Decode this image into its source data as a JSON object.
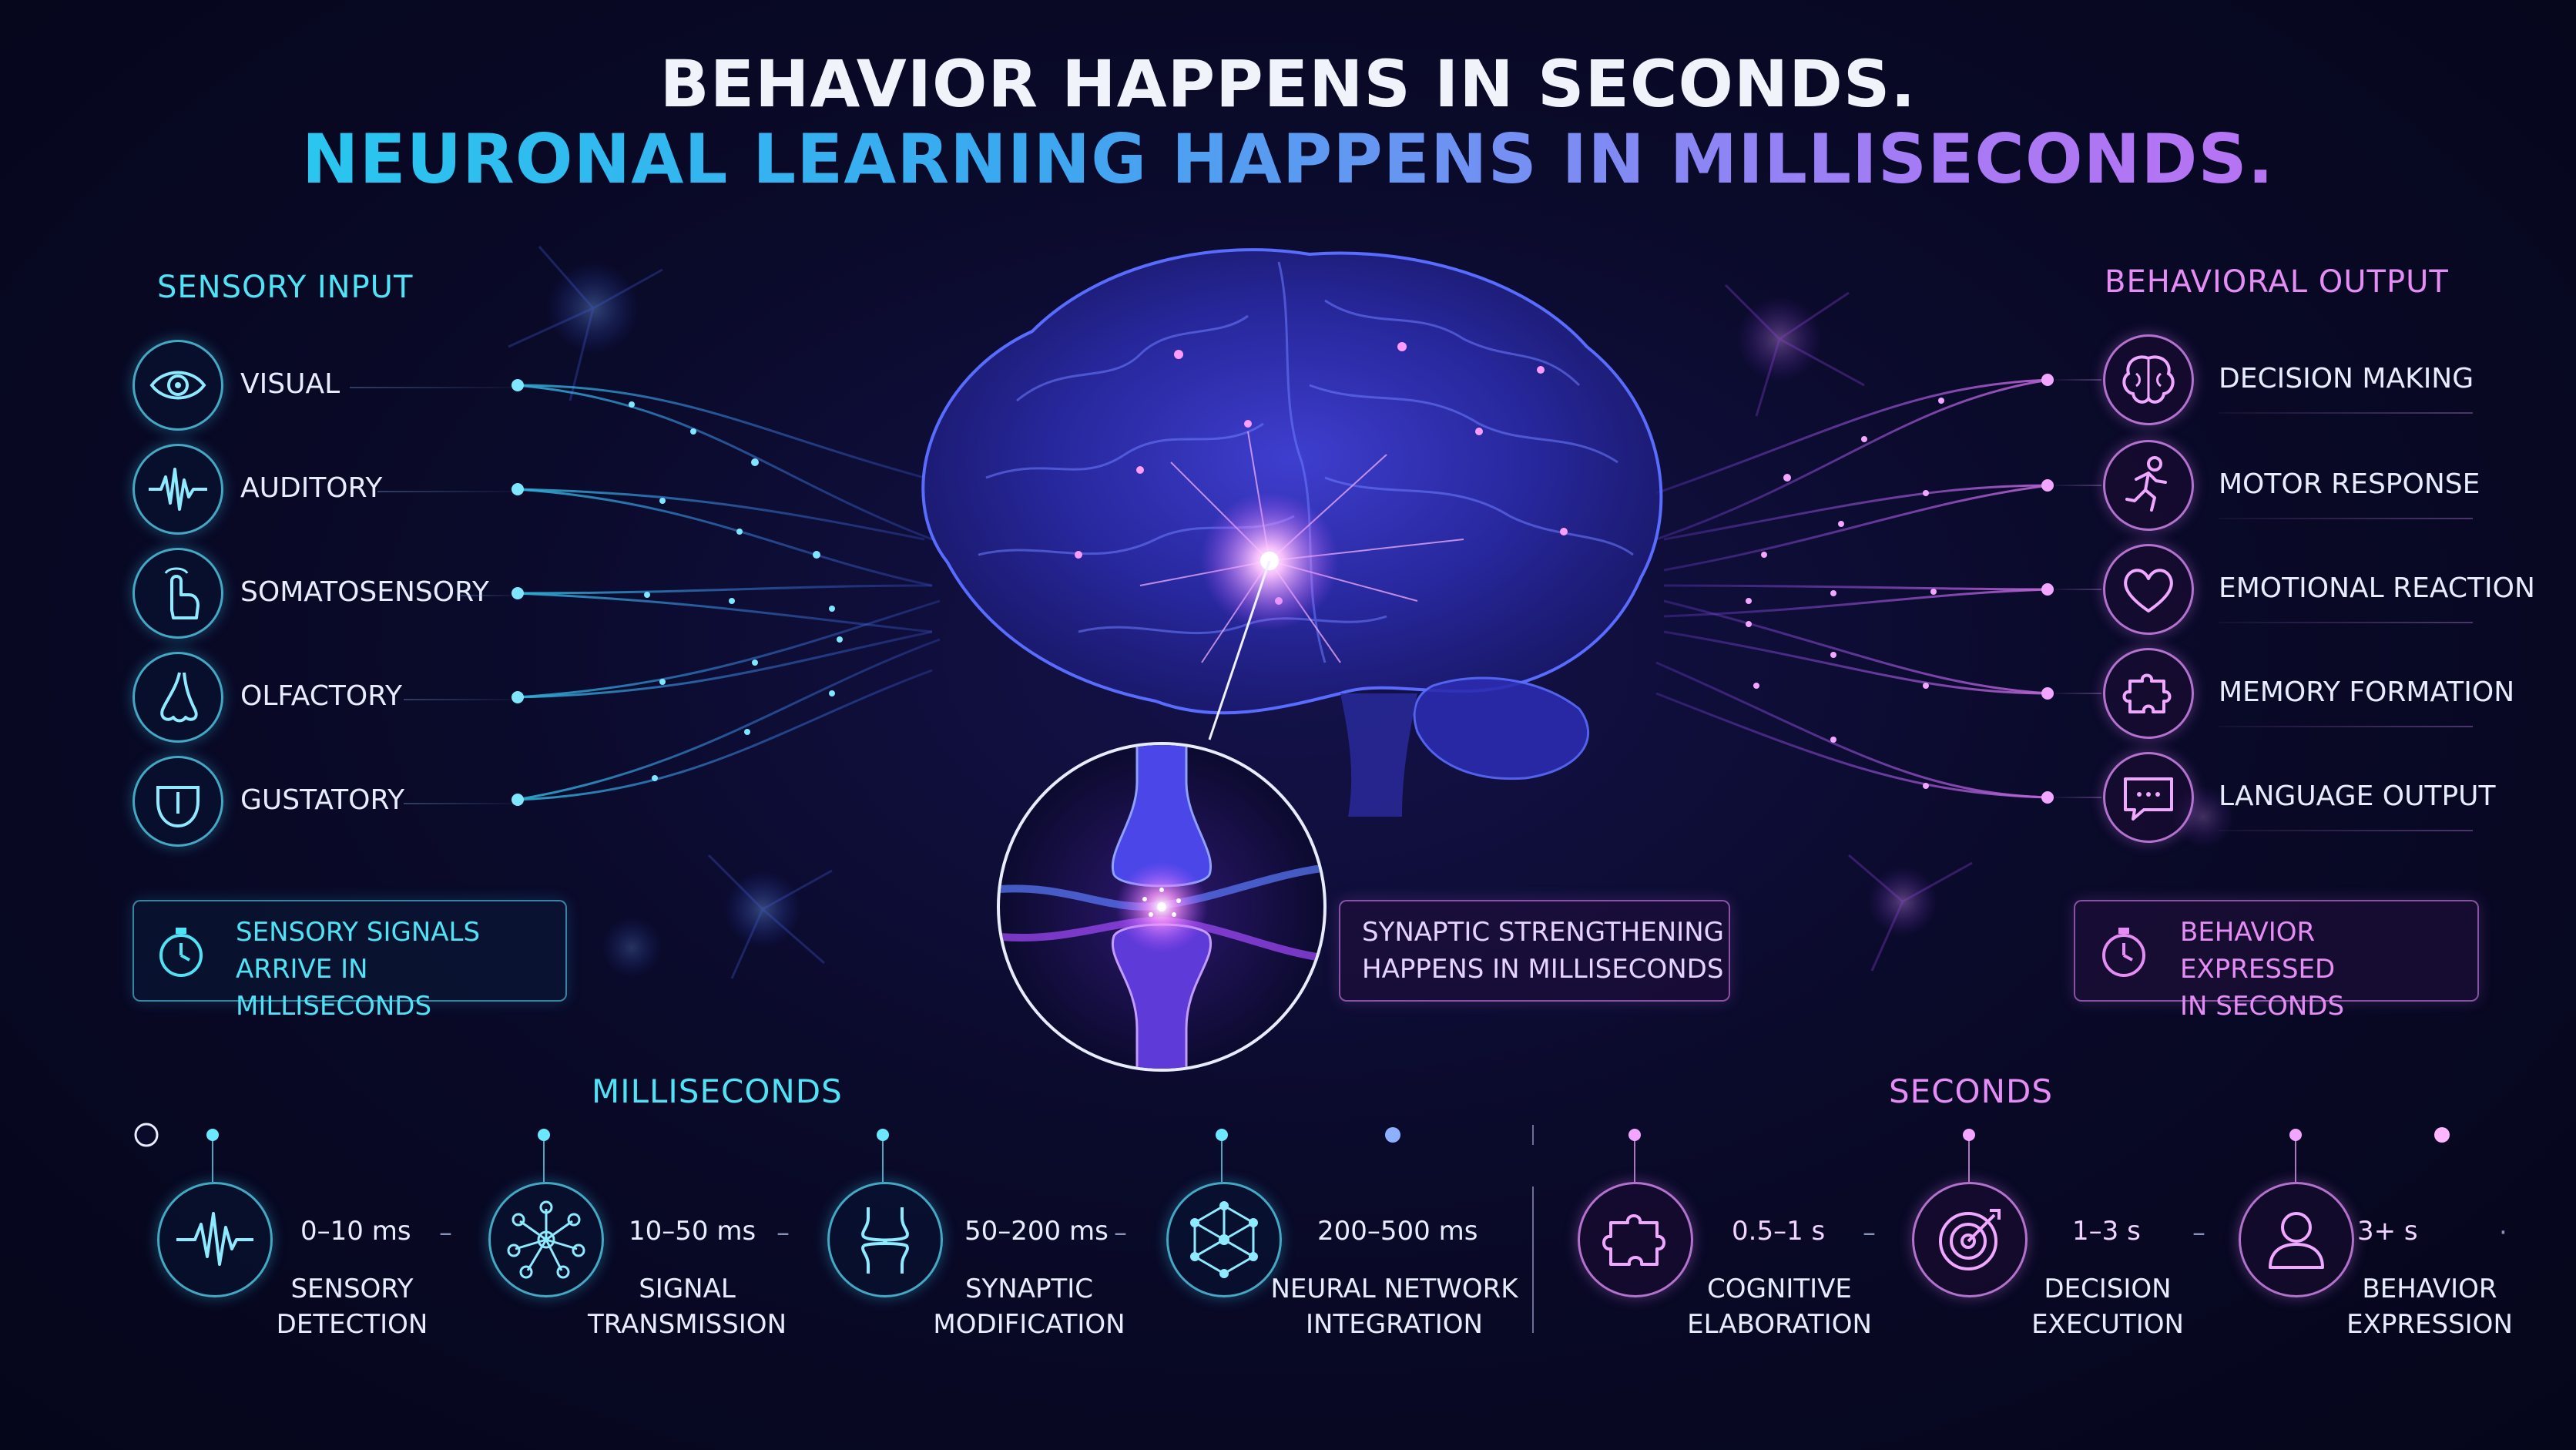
{
  "title": {
    "line1": "BEHAVIOR HAPPENS IN SECONDS.",
    "line2": "NEURONAL LEARNING HAPPENS IN MILLISECONDS."
  },
  "sensory": {
    "heading": "SENSORY INPUT",
    "items": [
      {
        "label": "VISUAL",
        "icon": "eye-icon"
      },
      {
        "label": "AUDITORY",
        "icon": "waveform-icon"
      },
      {
        "label": "SOMATOSENSORY",
        "icon": "hand-touch-icon"
      },
      {
        "label": "OLFACTORY",
        "icon": "nose-icon"
      },
      {
        "label": "GUSTATORY",
        "icon": "tongue-icon"
      }
    ],
    "note": "SENSORY SIGNALS\nARRIVE IN MILLISECONDS"
  },
  "behavioral": {
    "heading": "BEHAVIORAL OUTPUT",
    "items": [
      {
        "label": "DECISION MAKING",
        "icon": "brain-icon"
      },
      {
        "label": "MOTOR RESPONSE",
        "icon": "running-person-icon"
      },
      {
        "label": "EMOTIONAL REACTION",
        "icon": "heart-icon"
      },
      {
        "label": "MEMORY FORMATION",
        "icon": "puzzle-icon"
      },
      {
        "label": "LANGUAGE OUTPUT",
        "icon": "speech-bubble-icon"
      }
    ],
    "note": "BEHAVIOR EXPRESSED\nIN SECONDS"
  },
  "synapse": {
    "note": "SYNAPTIC STRENGTHENING\nHAPPENS IN MILLISECONDS"
  },
  "timeline": {
    "ms_label": "MILLISECONDS",
    "s_label": "SECONDS",
    "stages": [
      {
        "time": "0–10 ms",
        "name": "SENSORY\nDETECTION",
        "icon": "waveform-icon"
      },
      {
        "time": "10–50 ms",
        "name": "SIGNAL\nTRANSMISSION",
        "icon": "network-hub-icon"
      },
      {
        "time": "50–200 ms",
        "name": "SYNAPTIC\nMODIFICATION",
        "icon": "synapse-icon"
      },
      {
        "time": "200–500 ms",
        "name": "NEURAL NETWORK\nINTEGRATION",
        "icon": "network-mesh-icon"
      },
      {
        "time": "0.5–1 s",
        "name": "COGNITIVE\nELABORATION",
        "icon": "puzzle-icon"
      },
      {
        "time": "1–3 s",
        "name": "DECISION\nEXECUTION",
        "icon": "target-icon"
      },
      {
        "time": "3+ s",
        "name": "BEHAVIOR\nEXPRESSION",
        "icon": "person-icon"
      }
    ]
  },
  "colors": {
    "cyan": "#4fe3f5",
    "magenta": "#e58cf5",
    "blue": "#3b6cf5",
    "background": "#05061a"
  }
}
